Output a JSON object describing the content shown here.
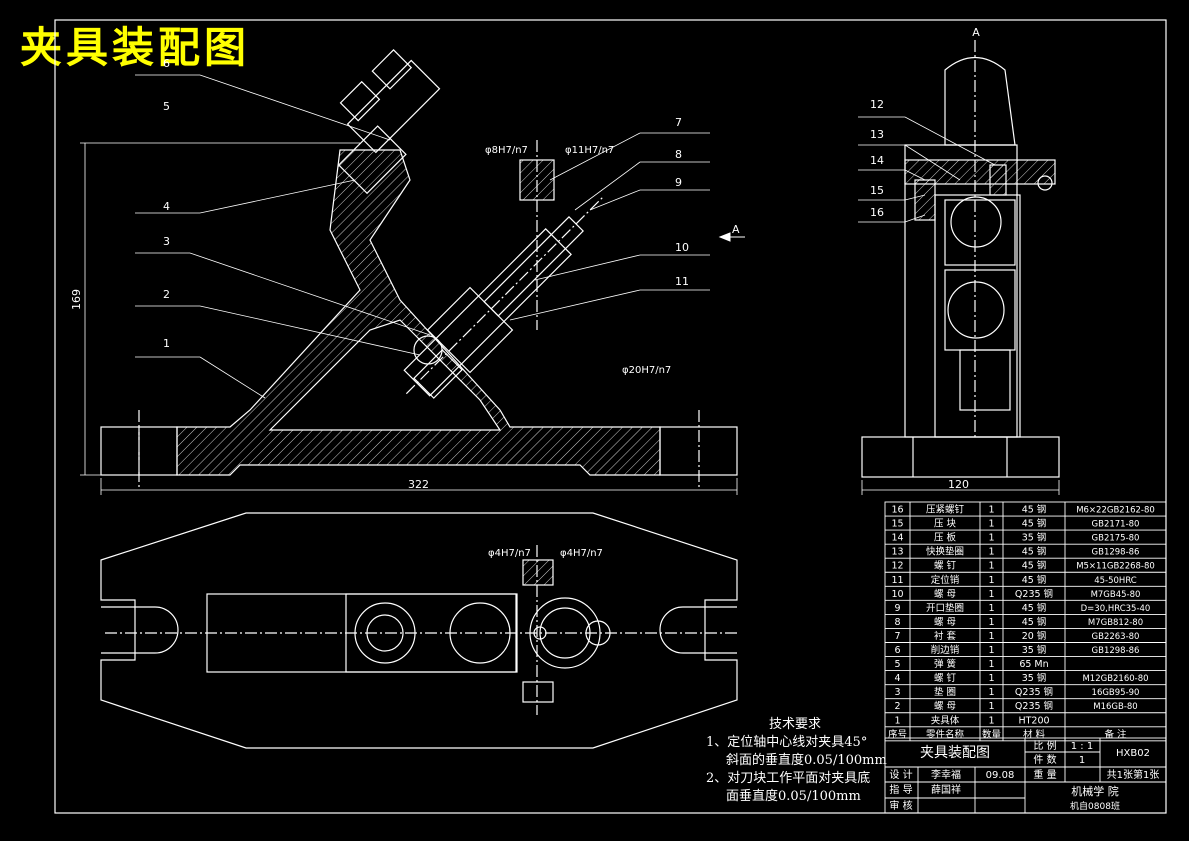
{
  "title": "夹具装配图",
  "dims": {
    "height": "169",
    "length": "322",
    "width": "120"
  },
  "section_label": "A",
  "fits": {
    "d8": "φ8H7/n7",
    "d11": "φ11H7/n7",
    "d20": "φ20H7/n7",
    "d4a": "φ4H7/n7",
    "d4b": "φ4H7/n7"
  },
  "leaders_left": [
    "6",
    "5",
    "4",
    "3",
    "2",
    "1"
  ],
  "leaders_right": [
    "7",
    "8",
    "9",
    "10",
    "11"
  ],
  "leaders_side": [
    "12",
    "13",
    "14",
    "15",
    "16"
  ],
  "requirements": {
    "heading": "技术要求",
    "line1": "1、定位轴中心线对夹具45°",
    "line2": "斜面的垂直度0.05/100mm",
    "line3": "2、对刀块工作平面对夹具底",
    "line4": "面垂直度0.05/100mm"
  },
  "bom": [
    [
      "16",
      "压紧螺钉",
      "1",
      "45 钢",
      "M6×22GB2162-80"
    ],
    [
      "15",
      "压 块",
      "1",
      "45 钢",
      "GB2171-80"
    ],
    [
      "14",
      "压 板",
      "1",
      "35 钢",
      "GB2175-80"
    ],
    [
      "13",
      "快换垫圈",
      "1",
      "45 钢",
      "GB1298-86"
    ],
    [
      "12",
      "螺 钉",
      "1",
      "45 钢",
      "M5×11GB2268-80"
    ],
    [
      "11",
      "定位销",
      "1",
      "45 钢",
      "45-50HRC"
    ],
    [
      "10",
      "螺 母",
      "1",
      "Q235 钢",
      "M7GB45-80"
    ],
    [
      "9",
      "开口垫圈",
      "1",
      "45 钢",
      "D=30,HRC35-40"
    ],
    [
      "8",
      "螺 母",
      "1",
      "45 钢",
      "M7GB812-80"
    ],
    [
      "7",
      "衬 套",
      "1",
      "20 钢",
      "GB2263-80"
    ],
    [
      "6",
      "削边销",
      "1",
      "35 钢",
      "GB1298-86"
    ],
    [
      "5",
      "弹 簧",
      "1",
      "65 Mn",
      ""
    ],
    [
      "4",
      "螺 钉",
      "1",
      "35 钢",
      "M12GB2160-80"
    ],
    [
      "3",
      "垫 圈",
      "1",
      "Q235 钢",
      "16GB95-90"
    ],
    [
      "2",
      "螺 母",
      "1",
      "Q235 钢",
      "M16GB-80"
    ],
    [
      "1",
      "夹具体",
      "1",
      "HT200",
      ""
    ]
  ],
  "bom_header": [
    "序号",
    "零件名称",
    "数量",
    "材 料",
    "备 注"
  ],
  "title_block": {
    "name": "夹具装配图",
    "scale_label": "比 例",
    "scale": "1 : 1",
    "count_label": "件 数",
    "count": "1",
    "code": "HXB02",
    "weight_label": "重 量",
    "sheet": "共1张第1张",
    "design_label": "设 计",
    "designer": "李幸福",
    "date": "09.08",
    "guide_label": "指 导",
    "guide": "薛国祥",
    "review_label": "审 核",
    "school": "机械学 院",
    "class": "机自0808班"
  }
}
